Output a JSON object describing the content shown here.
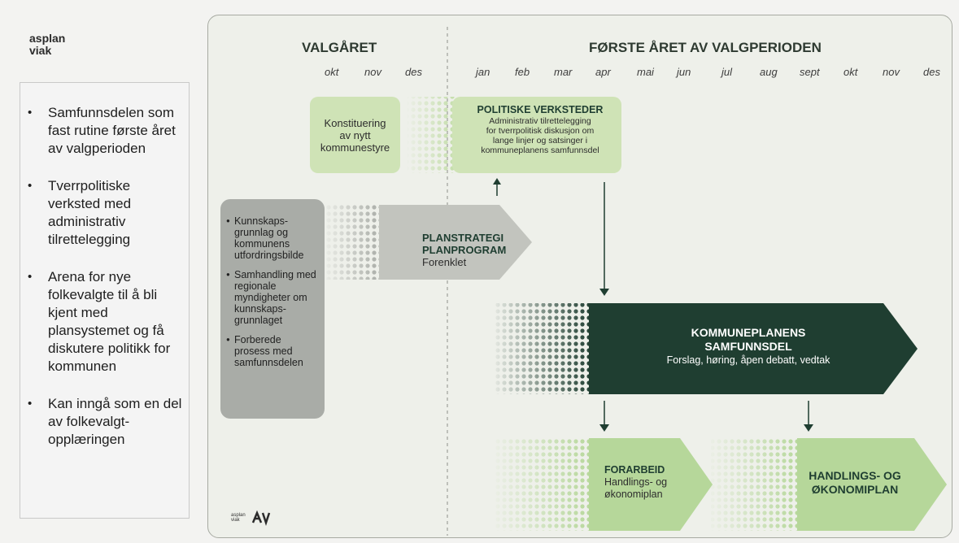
{
  "logo": {
    "line1": "asplan",
    "line2": "viak"
  },
  "bullets": [
    "Samfunnsdelen som fast rutine første året av valgperioden",
    "Tverrpolitiske verksted med administrativ tilrettelegging",
    "Arena for nye folkevalgte til å bli kjent med plansystemet og få diskutere politikk for kommunen",
    "Kan inngå som en del av folkevalgt-opplæringen"
  ],
  "headers": {
    "left": "VALGÅRET",
    "right": "FØRSTE ÅRET AV VALGPERIODEN"
  },
  "months_left": [
    "okt",
    "nov",
    "des"
  ],
  "months_right": [
    "jan",
    "feb",
    "mar",
    "apr",
    "mai",
    "jun",
    "jul",
    "aug",
    "sept",
    "okt",
    "nov",
    "des"
  ],
  "konstituering": "Konstituering av nytt kommunestyre",
  "politiske": {
    "title": "POLITISKE VERKSTEDER",
    "body": [
      "Administrativ tilrettelegging",
      "for tverrpolitisk diskusjon om",
      "lange linjer og satsinger i",
      "kommuneplanens samfunnsdel"
    ]
  },
  "grey_list": [
    "Kunnskaps-grunnlag og kommunens utfordringsbilde",
    "Samhandling med regionale myndigheter om kunnskaps-grunnlaget",
    "Forberede prosess med samfunnsdelen"
  ],
  "planstrategi": {
    "line1": "PLANSTRATEGI",
    "line2": "PLANPROGRAM",
    "line3": "Forenklet"
  },
  "kommuneplan": {
    "line1": "KOMMUNEPLANENS",
    "line2": "SAMFUNNSDEL",
    "line3": "Forslag, høring, åpen debatt, vedtak"
  },
  "forarbeid": {
    "line1": "FORARBEID",
    "line2": "Handlings- og",
    "line3": "økonomiplan"
  },
  "handlings": {
    "line1": "HANDLINGS- OG",
    "line2": "ØKONOMIPLAN"
  },
  "mini_logo": {
    "line1": "asplan",
    "line2": "viak"
  },
  "colors": {
    "dark": "#1f3e31",
    "light_green": "#cfe3b6",
    "mid_green": "#b6d79a",
    "grey": "#a9aca7",
    "outline": "#a7aaa2"
  }
}
